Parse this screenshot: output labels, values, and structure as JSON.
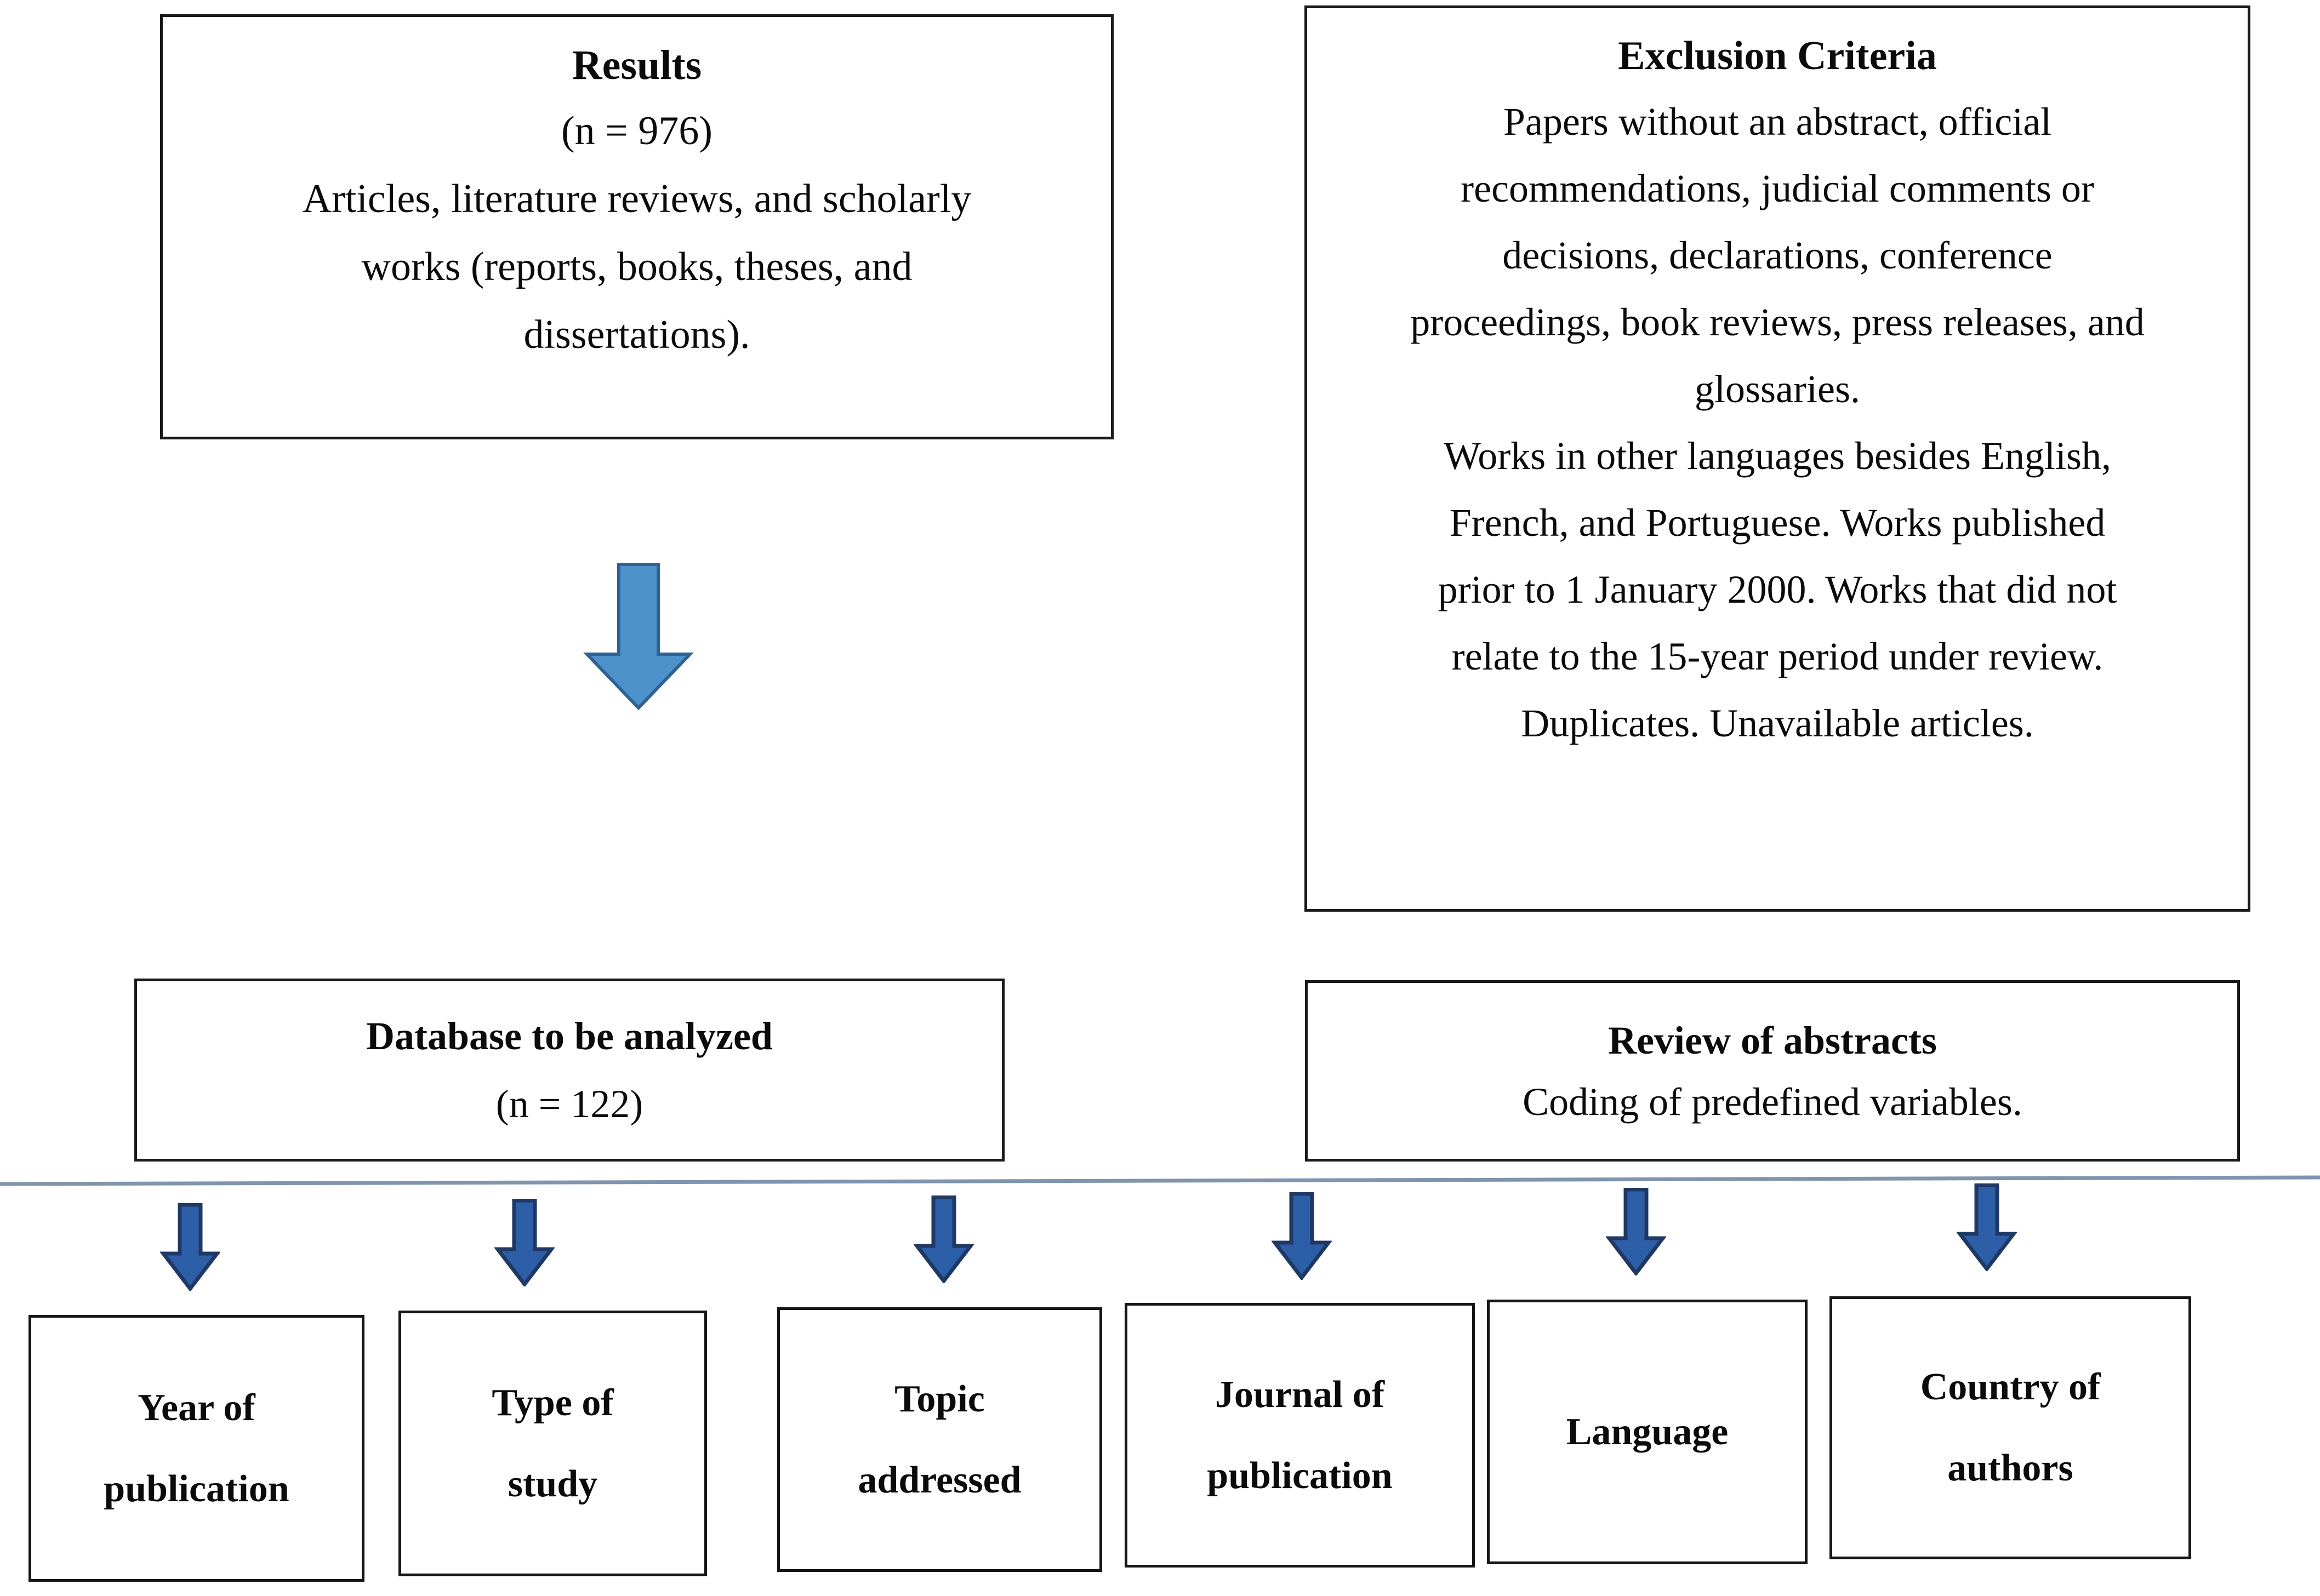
{
  "diagram": {
    "type": "prisma-style-flowchart",
    "background_color": "#ffffff",
    "box_border_color": "#161616",
    "arrow_fill_large": "#4e92cc",
    "arrow_fill_small": "#2d5ea8",
    "arrow_border_color": "#1f3864",
    "divider_line_color": "#7a90ad"
  },
  "results_box": {
    "title": "Results",
    "count": "(n = 976)",
    "description_line1": "Articles, literature reviews, and scholarly",
    "description_line2": "works (reports, books, theses, and",
    "description_line3": "dissertations)."
  },
  "exclusion_box": {
    "title": "Exclusion Criteria",
    "paragraph1_line1": "Papers without an abstract, official",
    "paragraph1_line2": "recommendations, judicial comments or",
    "paragraph1_line3": "decisions, declarations, conference",
    "paragraph1_line4": "proceedings, book reviews, press releases, and",
    "paragraph1_line5": "glossaries.",
    "paragraph2_line1": "Works in other languages besides English,",
    "paragraph2_line2": "French, and Portuguese. Works published",
    "paragraph2_line3": "prior to 1 January 2000. Works that did not",
    "paragraph2_line4": "relate to the 15-year period under review.",
    "paragraph2_line5": "Duplicates. Unavailable articles."
  },
  "database_box": {
    "title": "Database to be analyzed",
    "count": "(n = 122)"
  },
  "abstracts_box": {
    "title": "Review of abstracts",
    "subtitle": "Coding of predefined variables."
  },
  "variable_boxes": [
    {
      "line1": "Year of",
      "line2": "publication"
    },
    {
      "line1": "Type of",
      "line2": "study"
    },
    {
      "line1": "Topic",
      "line2": "addressed"
    },
    {
      "line1": "Journal of",
      "line2": "publication"
    },
    {
      "line1": "Language",
      "line2": ""
    },
    {
      "line1": "Country of",
      "line2": "authors"
    }
  ],
  "arrows": {
    "main_arrow_label": "down-arrow-results-to-database",
    "small_arrow_count": 6
  }
}
